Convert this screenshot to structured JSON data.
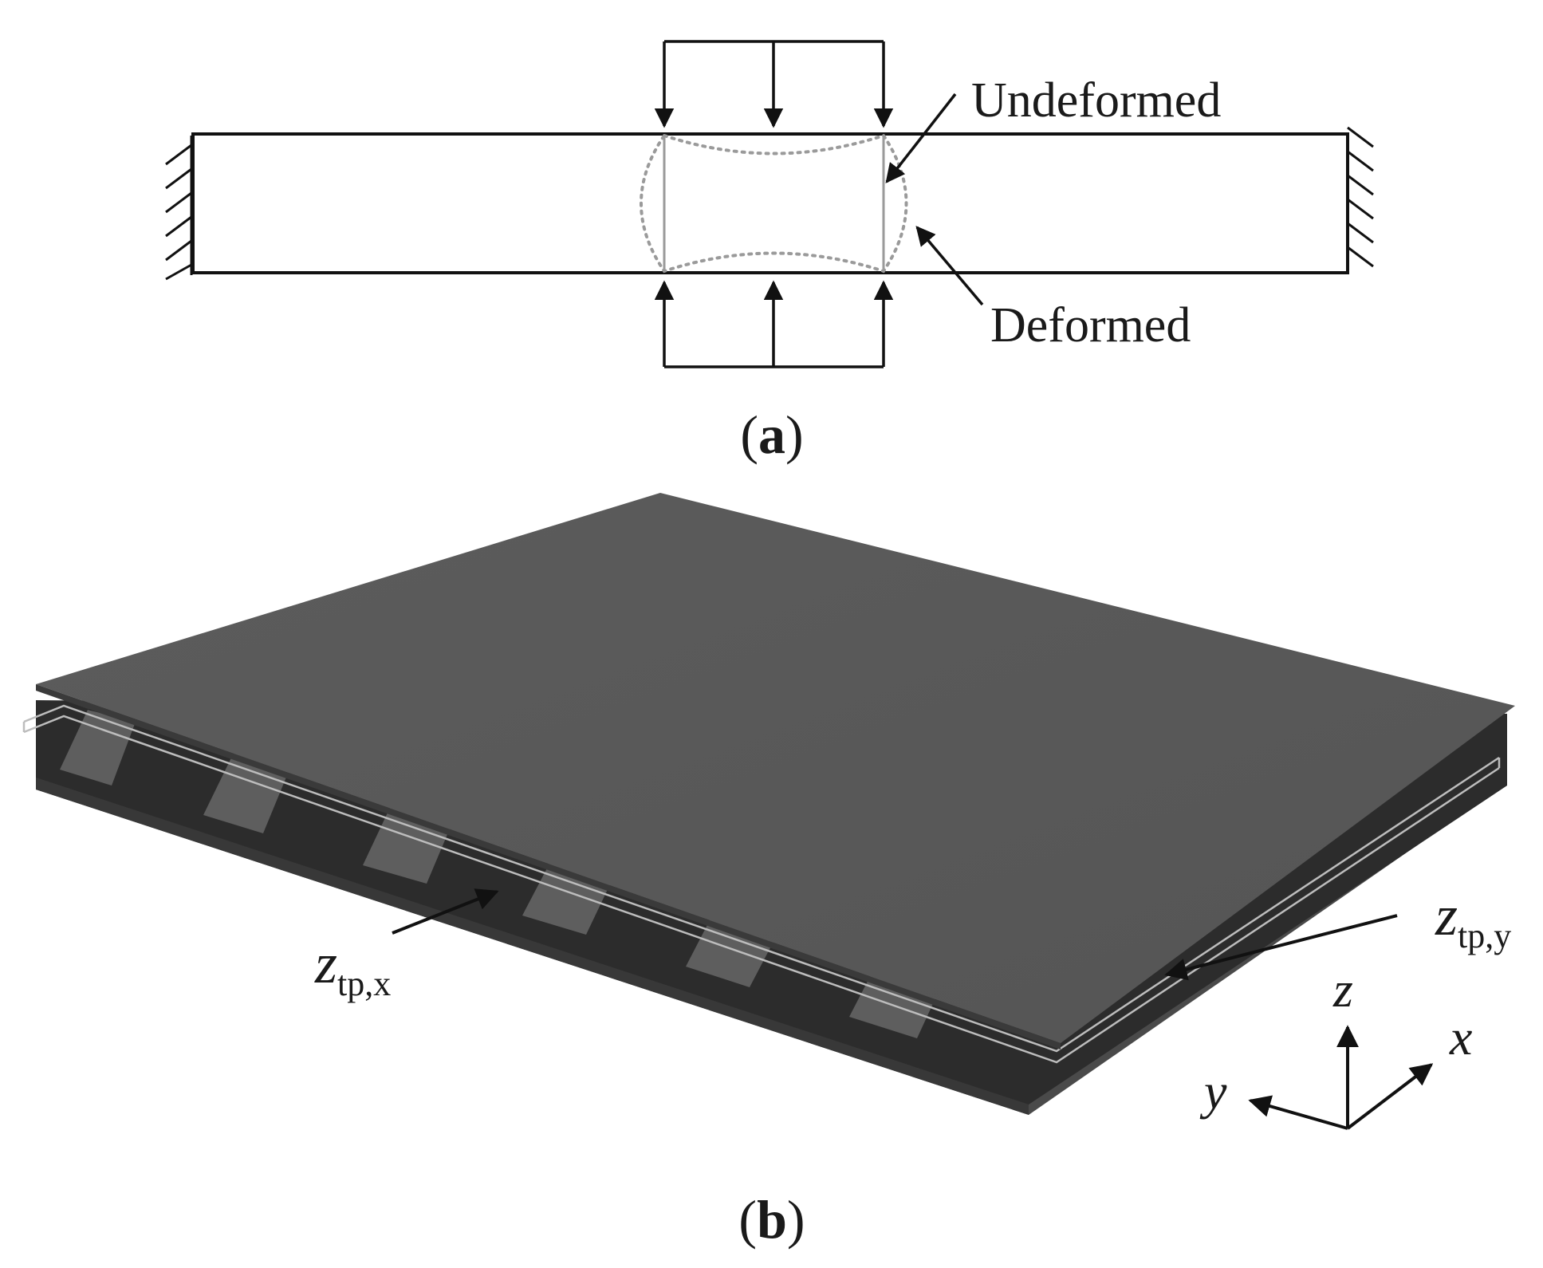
{
  "panel_a": {
    "panel_label_open": "(",
    "panel_label_letter": "a",
    "panel_label_close": ")",
    "undeformed_label": "Undeformed",
    "deformed_label": "Deformed"
  },
  "panel_b": {
    "panel_label_open": "(",
    "panel_label_letter": "b",
    "panel_label_close": ")",
    "ztp_x": {
      "base": "z",
      "sub": "tp,x"
    },
    "ztp_y": {
      "base": "z",
      "sub": "tp,y"
    },
    "axes": {
      "z": "z",
      "x": "x",
      "y": "y"
    }
  },
  "colors": {
    "line": "#111111",
    "dotted": "#9a9a9a",
    "panel_top": "#5a5a5a",
    "panel_dark": "#2a2a2a",
    "panel_bottom": "#4a4a4a",
    "wire": "#b8b8b8"
  }
}
